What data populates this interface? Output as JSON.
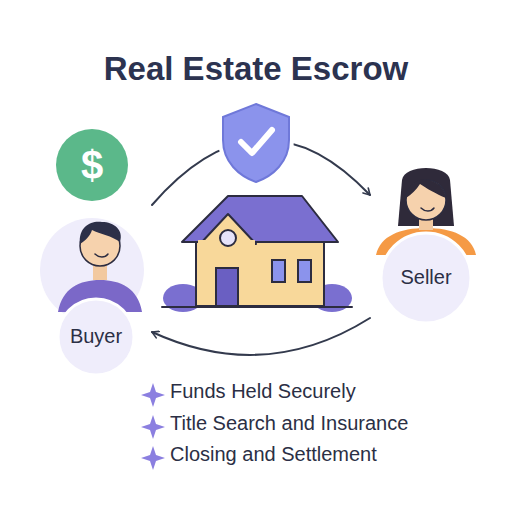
{
  "diagram": {
    "title": "Real Estate Escrow",
    "nodes": [
      {
        "text": [
          "Buyer"
        ]
      },
      {
        "text": [
          "Seller"
        ]
      }
    ],
    "edges": [
      {
        "from": 0,
        "to": 1,
        "arrow": "to"
      },
      {
        "from": 1,
        "to": 0,
        "arrow": "to"
      }
    ],
    "labels": [
      "$",
      "Funds Held Securely",
      "Title Search and Insurance",
      "Closing and Settlement"
    ]
  }
}
